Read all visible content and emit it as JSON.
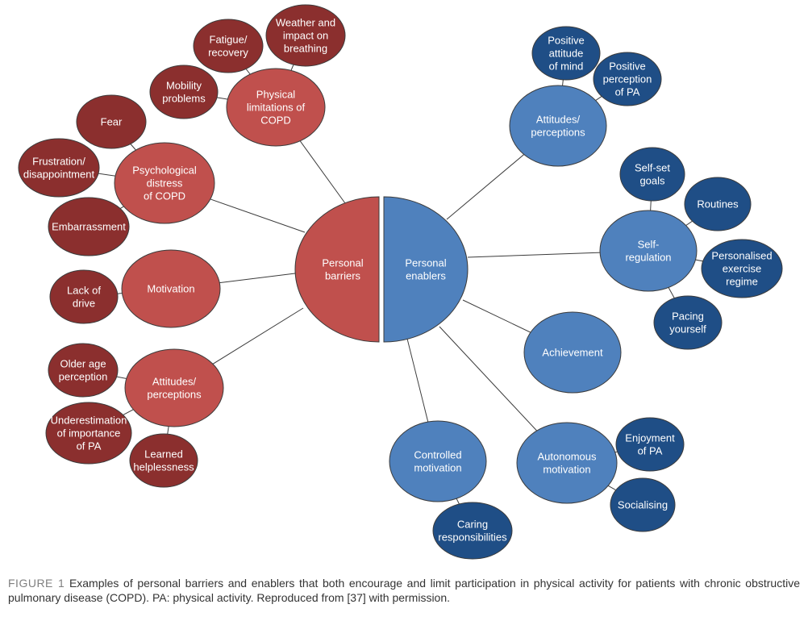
{
  "colors": {
    "barrier_center": "#c0504d",
    "barrier_category": "#c0504d",
    "barrier_sub": "#8b2f2e",
    "enabler_center": "#4f81bd",
    "enabler_category": "#4f81bd",
    "enabler_sub": "#1f4e86",
    "stroke": "#3b3b3b",
    "line": "#3b3b3b"
  },
  "center": {
    "barriers": [
      "Personal",
      "barriers"
    ],
    "enablers": [
      "Personal",
      "enablers"
    ]
  },
  "barriers": [
    {
      "id": "physical",
      "lines": [
        "Physical",
        "limitations of",
        "COPD"
      ],
      "subs": [
        [
          "Fatigue/",
          "recovery"
        ],
        [
          "Weather and",
          "impact on",
          "breathing"
        ],
        [
          "Mobility",
          "problems"
        ]
      ]
    },
    {
      "id": "psych",
      "lines": [
        "Psychological",
        "distress",
        "of COPD"
      ],
      "subs": [
        [
          "Fear"
        ],
        [
          "Frustration/",
          "disappointment"
        ],
        [
          "Embarrassment"
        ]
      ]
    },
    {
      "id": "motivation",
      "lines": [
        "Motivation"
      ],
      "subs": [
        [
          "Lack of",
          "drive"
        ]
      ]
    },
    {
      "id": "attitudes-b",
      "lines": [
        "Attitudes/",
        "perceptions"
      ],
      "subs": [
        [
          "Older age",
          "perception"
        ],
        [
          "Underestimation",
          "of importance",
          "of PA"
        ],
        [
          "Learned",
          "helplessness"
        ]
      ]
    }
  ],
  "enablers": [
    {
      "id": "attitudes-e",
      "lines": [
        "Attitudes/",
        "perceptions"
      ],
      "subs": [
        [
          "Positive",
          "attitude",
          "of mind"
        ],
        [
          "Positive",
          "perception",
          "of PA"
        ]
      ]
    },
    {
      "id": "self-regulation",
      "lines": [
        "Self-",
        "regulation"
      ],
      "subs": [
        [
          "Self-set",
          "goals"
        ],
        [
          "Routines"
        ],
        [
          "Personalised",
          "exercise",
          "regime"
        ],
        [
          "Pacing",
          "yourself"
        ]
      ]
    },
    {
      "id": "achievement",
      "lines": [
        "Achievement"
      ],
      "subs": []
    },
    {
      "id": "autonomous",
      "lines": [
        "Autonomous",
        "motivation"
      ],
      "subs": [
        [
          "Enjoyment",
          "of PA"
        ],
        [
          "Socialising"
        ]
      ]
    },
    {
      "id": "controlled",
      "lines": [
        "Controlled",
        "motivation"
      ],
      "subs": [
        [
          "Caring",
          "responsibilities"
        ]
      ]
    }
  ],
  "caption": {
    "label": "FIGURE 1",
    "text": "Examples of personal barriers and enablers that both encourage and limit participation in physical activity for patients with chronic obstructive pulmonary disease (COPD). PA: physical activity. Reproduced from [37] with permission."
  }
}
